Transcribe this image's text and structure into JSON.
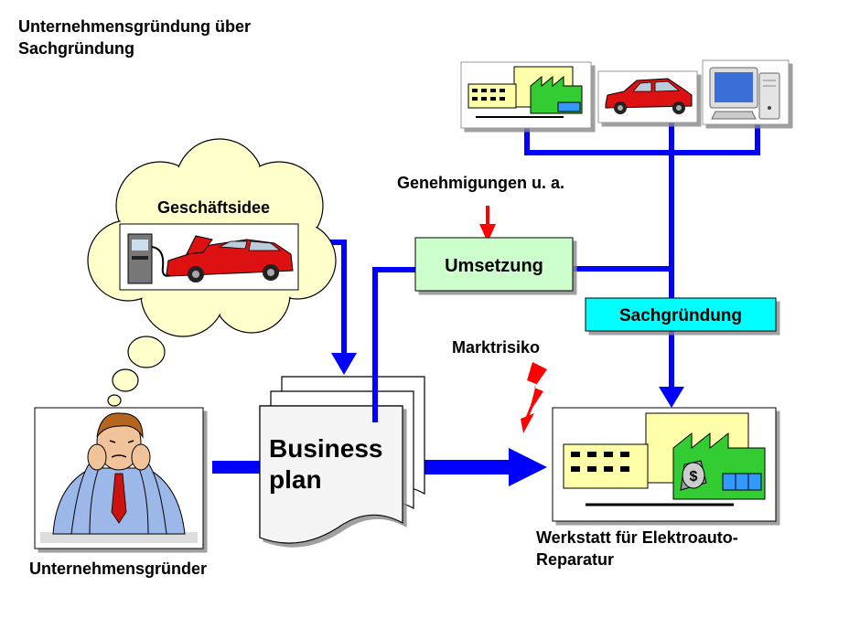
{
  "title": {
    "line1": "Unternehmensgründung über",
    "line2": "Sachgründung"
  },
  "labels": {
    "idea": "Geschäftsidee",
    "permits": "Genehmigungen u. a.",
    "implementation": "Umsetzung",
    "asset_founding": "Sachgründung",
    "market_risk": "Marktrisiko",
    "business_plan_line1": "Business",
    "business_plan_line2": "plan",
    "founder": "Unternehmensgründer",
    "workshop_line1": "Werkstatt für Elektroauto-",
    "workshop_line2": "Reparatur"
  },
  "icons": {
    "asset_factory": "factory-icon",
    "asset_car": "car-icon",
    "asset_computer": "computer-icon",
    "idea_image": "gas-station-car-icon",
    "founder_image": "worried-man-icon",
    "workshop_image": "workshop-factory-icon",
    "market_risk_symbol": "lightning-icon"
  },
  "colors": {
    "flow_blue": "#0000ff",
    "process_green": "#ccffcc",
    "asset_cyan": "#00ffff",
    "cloud_yellow": "#ffffcc",
    "risk_red": "#ff0000",
    "factory_green": "#33cc33",
    "factory_cream": "#ffffaa"
  }
}
